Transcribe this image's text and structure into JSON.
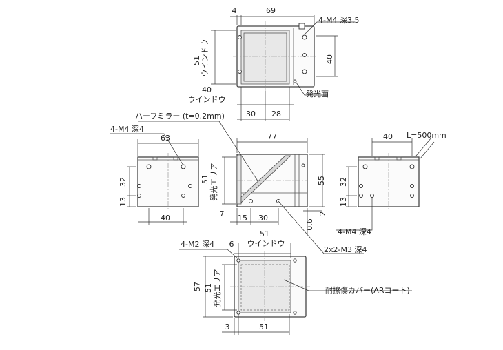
{
  "top_view": {
    "dim_offset": "4",
    "dim_width": "69",
    "dim_window_height": "51",
    "label_window_v": "ウインドウ",
    "dim_window_width": "40",
    "label_window_h": "ウインドウ",
    "dim_right_40": "40",
    "dim_30": "30",
    "dim_28": "28",
    "callout_tap": "4-M4 深3.5",
    "callout_emitting_face": "発光面"
  },
  "side_view": {
    "callout_mirror": "ハーフミラー (t=0.2mm)",
    "dim_77": "77",
    "dim_55": "55",
    "dim_emit_51": "51",
    "label_emit_area": "発光エリア",
    "dim_7": "7",
    "dim_15": "15",
    "dim_30": "30",
    "dim_2": "2",
    "dim_0_6": "0.6",
    "callout_m3": "2x2-M3 深4"
  },
  "left_view": {
    "callout_tap": "4-M4 深4",
    "dim_63": "63",
    "dim_32": "32",
    "dim_13": "13",
    "dim_40": "40"
  },
  "right_view": {
    "dim_40": "40",
    "cable_length": "L=500mm",
    "dim_32": "32",
    "dim_13": "13",
    "callout_tap": "4-M4 深4"
  },
  "bottom_view": {
    "callout_m2": "4-M2 深4",
    "dim_6": "6",
    "dim_window_51": "51",
    "label_window": "ウインドウ",
    "dim_57": "57",
    "dim_emit_51": "51",
    "label_emit_area": "発光エリア",
    "dim_3": "3",
    "dim_bottom_51": "51",
    "callout_cover": "耐擦傷カバー(ARコート)"
  }
}
